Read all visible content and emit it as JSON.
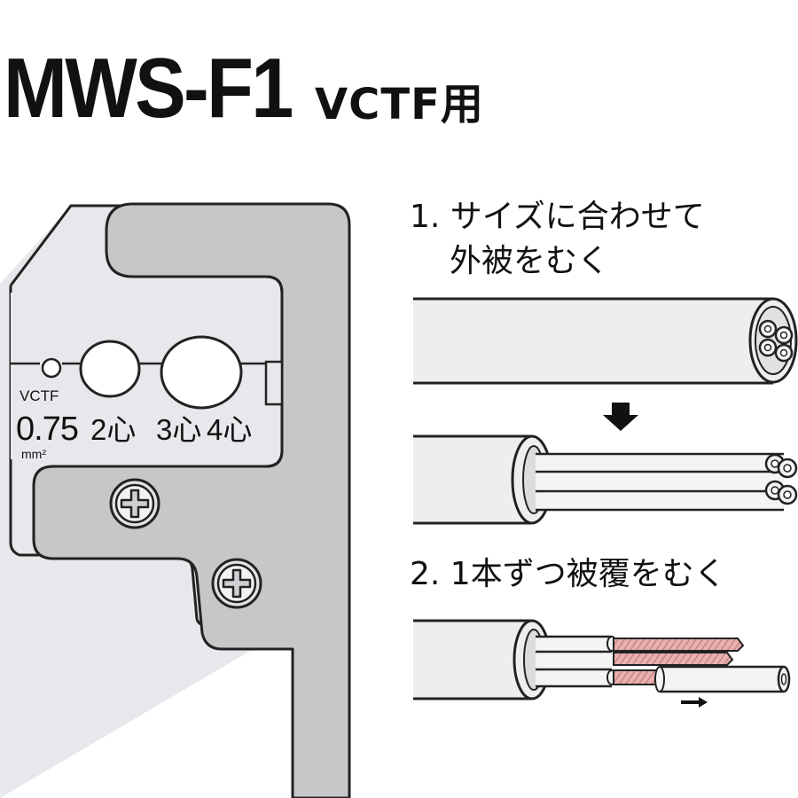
{
  "title": {
    "model": "MWS-F1",
    "type": "VCTF用"
  },
  "tool": {
    "type_label": "VCTF",
    "sizes": [
      "0.75",
      "2心",
      "3心",
      "4心"
    ],
    "unit": "mm²"
  },
  "steps": [
    {
      "lines": [
        "1. サイズに合わせて",
        "外被をむく"
      ]
    },
    {
      "lines": [
        "2. 1本ずつ被覆をむく"
      ]
    }
  ],
  "icons": [
    "phillips-screw-icon",
    "down-arrow-icon",
    "right-arrow-icon"
  ],
  "colors": {
    "blade": "#e8e8ec",
    "frame": "#c7c7c9",
    "cable": "#eeeeee",
    "copper": "#d99896",
    "outline": "#222222"
  }
}
